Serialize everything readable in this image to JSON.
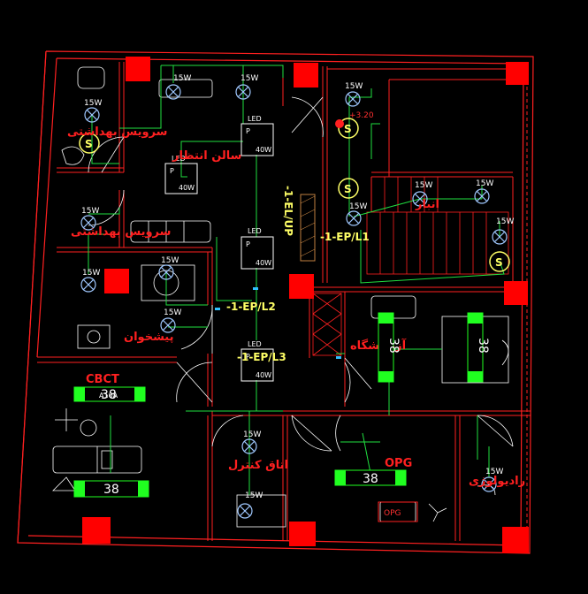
{
  "rooms": {
    "salon_entezar": "سالن انتظار",
    "pishkhan": "پیشخوان",
    "sarvis_behdashti": "سرویس بهداشتی",
    "otagh_kontrol": "اتاق کنترل",
    "radiologi": "رادیولوژی",
    "anbar": "انبار",
    "lab": "آزمایشگاه",
    "cbct": "CBCT",
    "opg": "OPG"
  },
  "lamps": {
    "w15": "15W",
    "w40": "40W",
    "led": "LED",
    "p": "P",
    "switch": "S"
  },
  "panels": {
    "up": "-1-EL/UP",
    "l1": "-1-EP/L1",
    "l2": "-1-EP/L2",
    "l3": "-1-EP/L3"
  },
  "cabinets": {
    "c38": "38"
  },
  "misc": {
    "level": "+3.20",
    "opg_box": "OPG",
    "cbct_small": "A10A"
  },
  "colors": {
    "wall": "#ff2020",
    "wire": "#20e040",
    "column": "#ff0000",
    "cabinet": "#20ff20",
    "lamp": "#a0c8ff"
  }
}
